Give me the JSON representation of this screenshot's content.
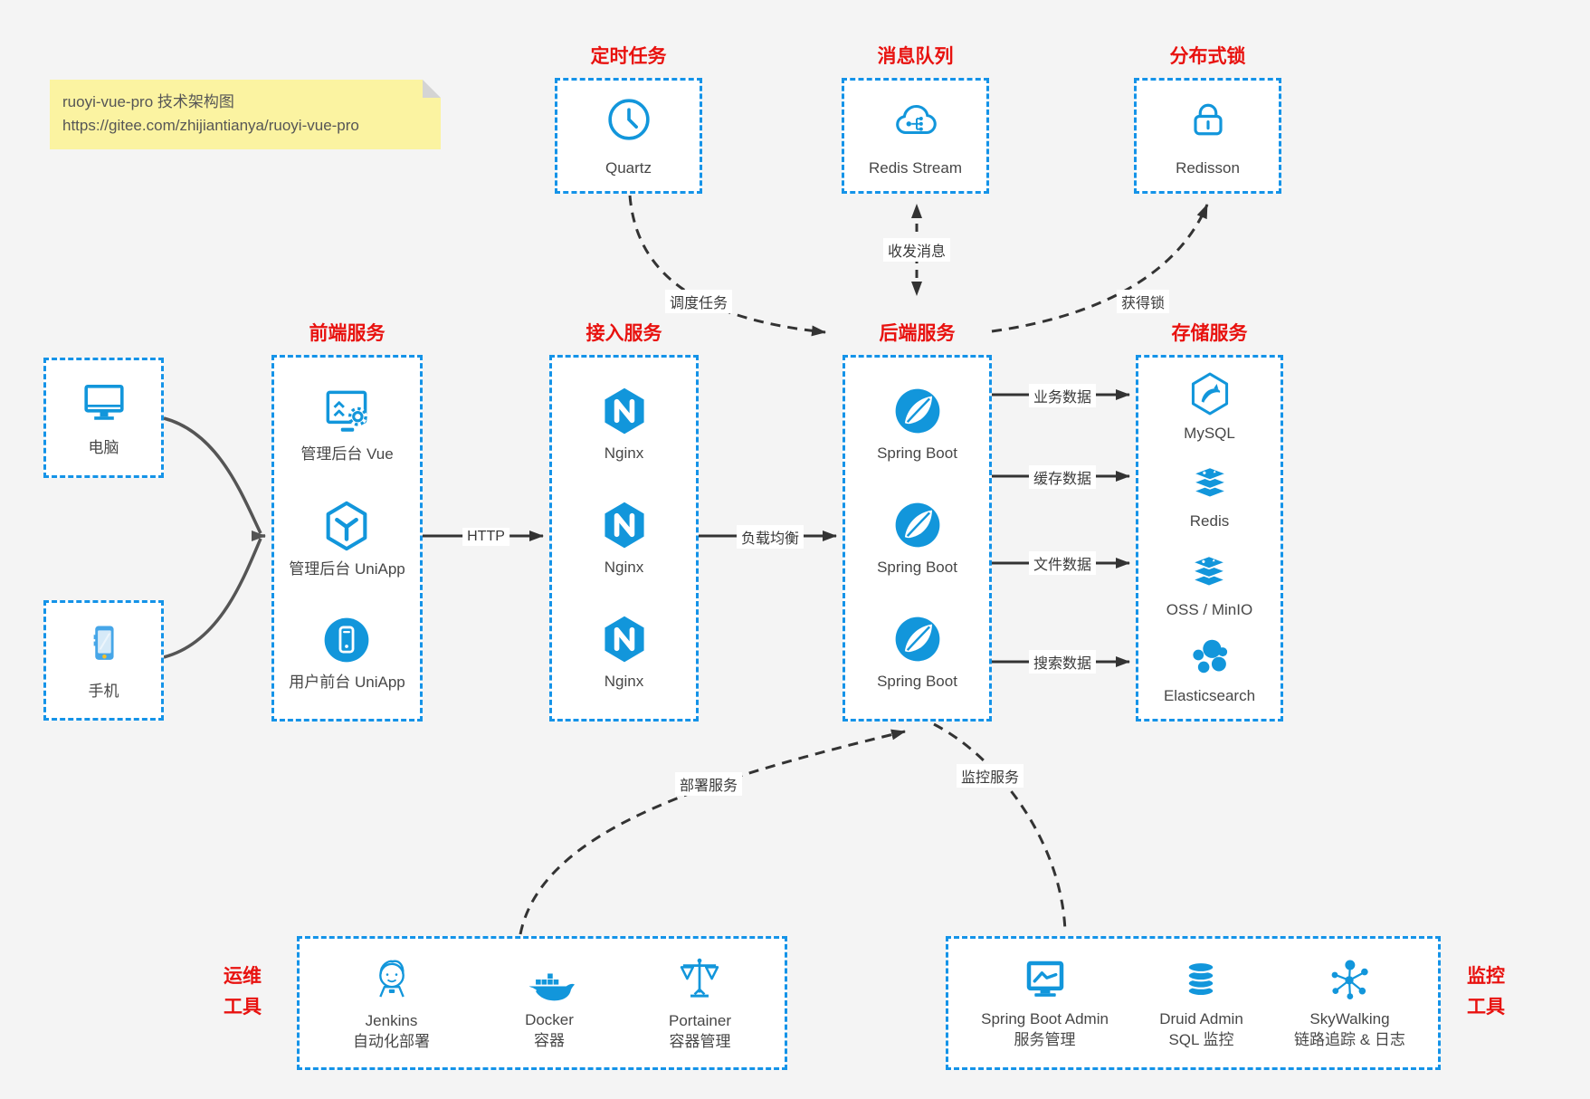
{
  "note": {
    "line1": "ruoyi-vue-pro 技术架构图",
    "line2": "https://gitee.com/zhijiantianya/ruoyi-vue-pro"
  },
  "colors": {
    "accent_blue": "#1296db",
    "border_blue": "#1493e8",
    "title_red": "#e8120f",
    "note_yellow": "#fbf3a1",
    "arrow_black": "#333333",
    "arrow_gray": "#555555",
    "label_gray": "#474747",
    "page_bg": "#f4f4f4"
  },
  "top_groups": [
    {
      "title": "定时任务",
      "item": {
        "icon": "clock-icon",
        "label": "Quartz"
      }
    },
    {
      "title": "消息队列",
      "item": {
        "icon": "cloud-stream-icon",
        "label": "Redis Stream"
      }
    },
    {
      "title": "分布式锁",
      "item": {
        "icon": "lock-icon",
        "label": "Redisson"
      }
    }
  ],
  "clients": [
    {
      "icon": "desktop-icon",
      "label": "电脑"
    },
    {
      "icon": "mobile-icon",
      "label": "手机"
    }
  ],
  "columns": [
    {
      "title": "前端服务",
      "items": [
        {
          "icon": "admin-vue-icon",
          "label": "管理后台 Vue"
        },
        {
          "icon": "admin-uniapp-icon",
          "label": "管理后台 UniApp"
        },
        {
          "icon": "user-uniapp-icon",
          "label": "用户前台 UniApp"
        }
      ]
    },
    {
      "title": "接入服务",
      "items": [
        {
          "icon": "nginx-icon",
          "label": "Nginx"
        },
        {
          "icon": "nginx-icon",
          "label": "Nginx"
        },
        {
          "icon": "nginx-icon",
          "label": "Nginx"
        }
      ]
    },
    {
      "title": "后端服务",
      "items": [
        {
          "icon": "spring-boot-icon",
          "label": "Spring Boot"
        },
        {
          "icon": "spring-boot-icon",
          "label": "Spring Boot"
        },
        {
          "icon": "spring-boot-icon",
          "label": "Spring Boot"
        }
      ]
    },
    {
      "title": "存储服务",
      "items": [
        {
          "icon": "mysql-icon",
          "label": "MySQL"
        },
        {
          "icon": "redis-icon",
          "label": "Redis"
        },
        {
          "icon": "redis-icon",
          "label": "OSS / MinIO"
        },
        {
          "icon": "elasticsearch-icon",
          "label": "Elasticsearch"
        }
      ]
    }
  ],
  "bottom_groups": [
    {
      "title_line1": "运维",
      "title_line2": "工具",
      "items": [
        {
          "icon": "jenkins-icon",
          "label": "Jenkins",
          "sublabel": "自动化部署"
        },
        {
          "icon": "docker-icon",
          "label": "Docker",
          "sublabel": "容器"
        },
        {
          "icon": "portainer-icon",
          "label": "Portainer",
          "sublabel": "容器管理"
        }
      ]
    },
    {
      "title_line1": "监控",
      "title_line2": "工具",
      "items": [
        {
          "icon": "spring-boot-admin-icon",
          "label": "Spring Boot Admin",
          "sublabel": "服务管理"
        },
        {
          "icon": "druid-icon",
          "label": "Druid Admin",
          "sublabel": "SQL 监控"
        },
        {
          "icon": "skywalking-icon",
          "label": "SkyWalking",
          "sublabel": "链路追踪 & 日志"
        }
      ]
    }
  ],
  "edges": {
    "http": "HTTP",
    "load_balance": "负载均衡",
    "schedule": "调度任务",
    "messages": "收发消息",
    "lock": "获得锁",
    "business_data": "业务数据",
    "cache_data": "缓存数据",
    "file_data": "文件数据",
    "search_data": "搜索数据",
    "deploy": "部署服务",
    "monitor": "监控服务"
  }
}
